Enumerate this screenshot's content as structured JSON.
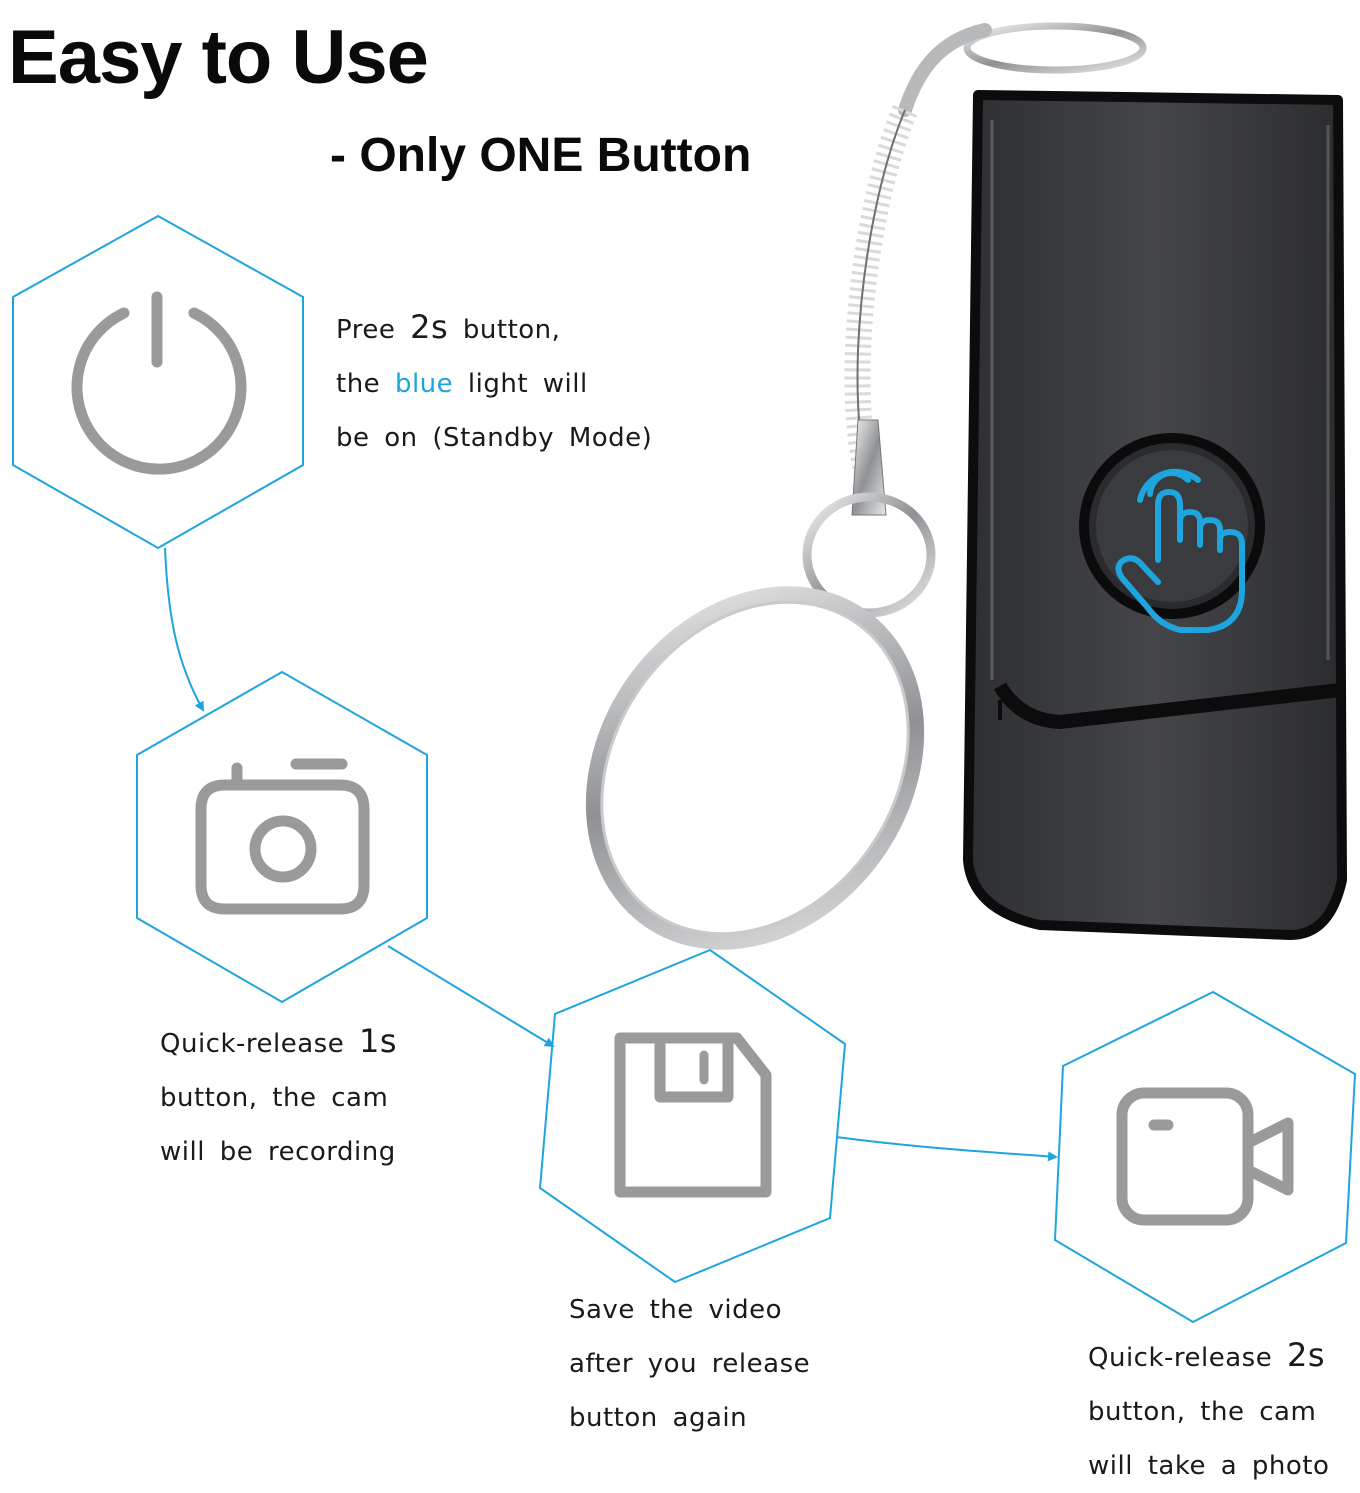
{
  "header": {
    "title": "Easy to Use",
    "subtitle": "- Only ONE Button"
  },
  "steps": [
    {
      "icon": "power-icon",
      "lines": [
        "Pree ",
        "2s",
        " button,",
        "the ",
        "blue",
        " light  will",
        "be  on  (Standby  Mode)"
      ]
    },
    {
      "icon": "camera-icon",
      "lines": [
        "Quick-release  ",
        "1s",
        "button,  the  cam",
        "will  be  recording"
      ]
    },
    {
      "icon": "save-icon",
      "lines": [
        "Save  the  video",
        "after  you  release",
        "button  again"
      ]
    },
    {
      "icon": "video-camera-icon",
      "lines": [
        "Quick-release  ",
        "2s",
        "button,  the  cam",
        "will  take  a  photo"
      ]
    }
  ],
  "colors": {
    "accent": "#1ea5dd",
    "icon_gray": "#9a9a9a",
    "device_body": "#3c3d40",
    "device_edge": "#0c0c0d"
  },
  "product": {
    "icon": "touch-hand-icon"
  }
}
